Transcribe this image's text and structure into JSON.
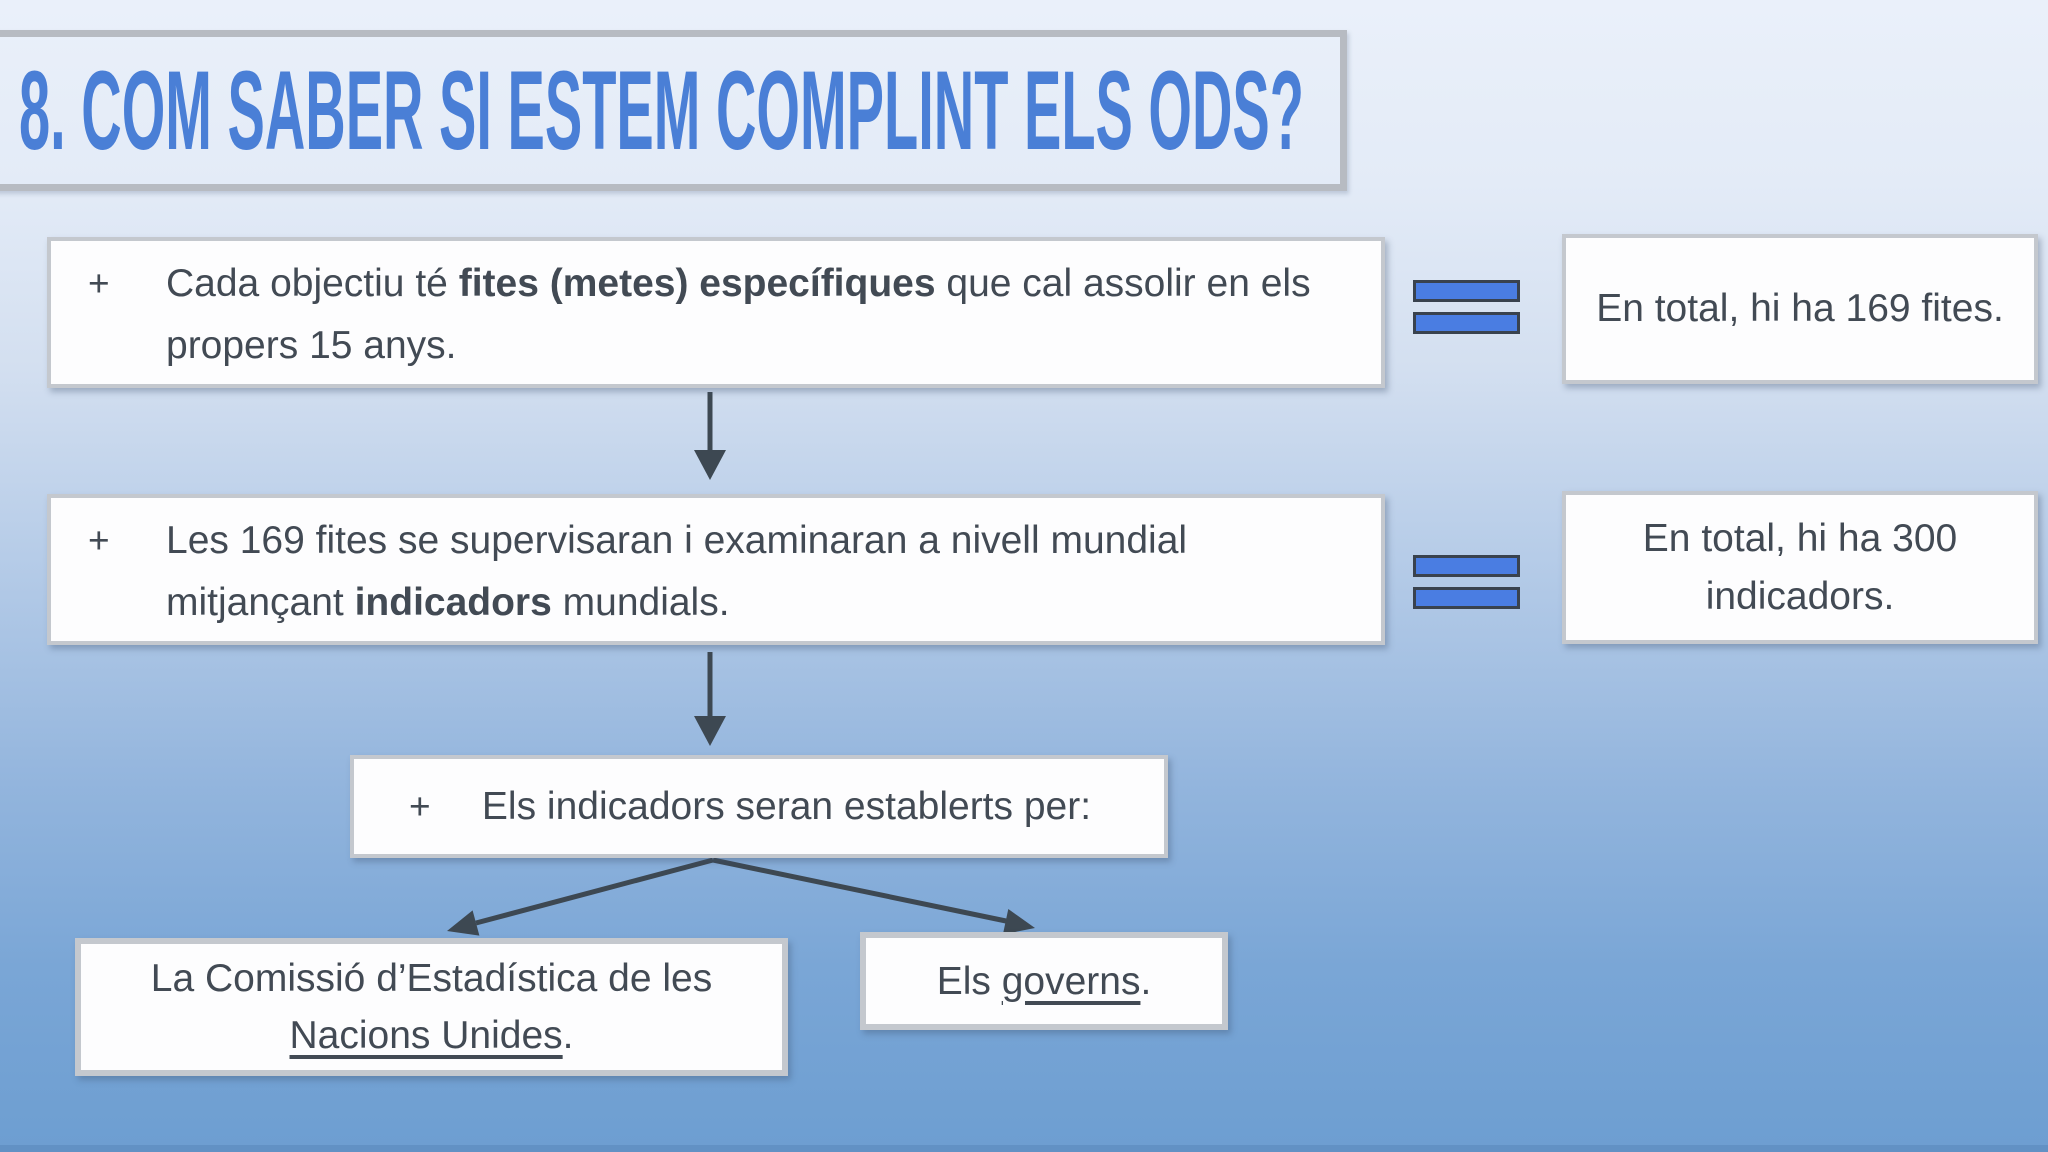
{
  "colors": {
    "title-blue": "#4a7fd6",
    "equals-blue": "#4a7de2",
    "text-dark": "#424a54",
    "arrow": "#3d4852",
    "bg-top": "#eaf0fa",
    "bg-bottom": "#6d9ed1",
    "box-border": "#c4c8ce"
  },
  "title": "8. COM SABER SI ESTEM COMPLINT ELS ODS?",
  "flow": {
    "box1": {
      "bullet": "+",
      "line1_pre": "Cada objectiu té ",
      "line1_bold": "fites (metes) específiques",
      "line1_post": " que cal assolir en els",
      "line2": "propers 15 anys."
    },
    "result1": {
      "text": "En total, hi ha 169 fites."
    },
    "box2": {
      "bullet": "+",
      "line1": "Les 169 fites se supervisaran i examinaran a nivell mundial",
      "line2_pre": "mitjançant ",
      "line2_bold": "indicadors",
      "line2_post": " mundials."
    },
    "result2": {
      "line1": "En total, hi ha 300",
      "line2": "indicadors."
    },
    "box3": {
      "bullet": "+",
      "text": "Els indicadors seran establerts per:"
    },
    "leaf_left": {
      "line1": "La Comissió d’Estadística de les",
      "line2_underline": "Nacions Unides",
      "line2_post": "."
    },
    "leaf_right": {
      "pre": "Els ",
      "underline": "governs",
      "post": "."
    }
  }
}
